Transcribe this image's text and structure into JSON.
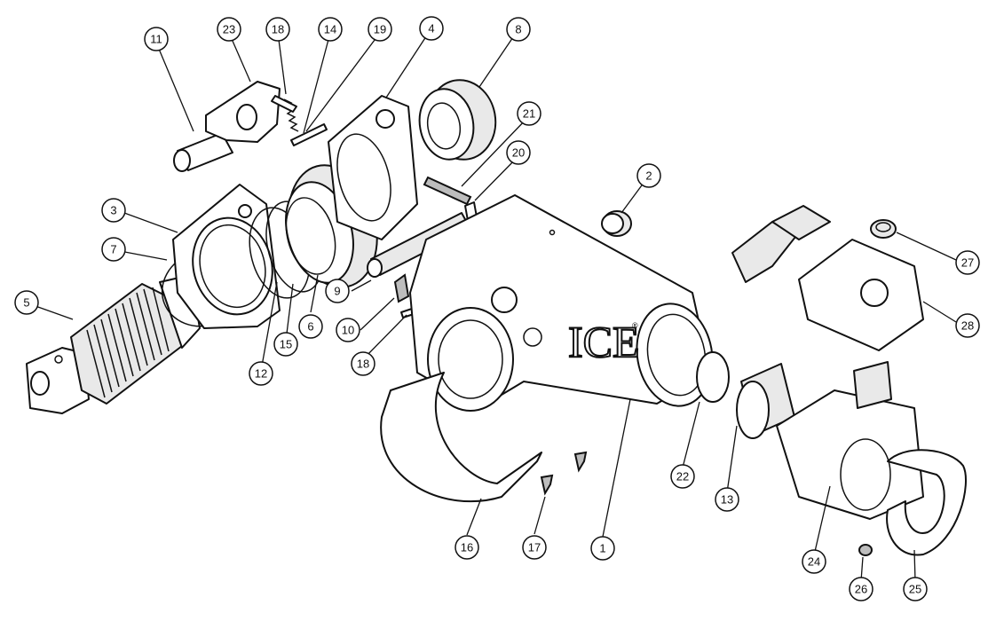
{
  "brand": {
    "logo_text": "ICE",
    "logo_mark": "®"
  },
  "callouts": [
    {
      "id": "c1",
      "label": "1"
    },
    {
      "id": "c2",
      "label": "2"
    },
    {
      "id": "c3",
      "label": "3"
    },
    {
      "id": "c4",
      "label": "4"
    },
    {
      "id": "c5",
      "label": "5"
    },
    {
      "id": "c6",
      "label": "6"
    },
    {
      "id": "c7",
      "label": "7"
    },
    {
      "id": "c8",
      "label": "8"
    },
    {
      "id": "c9",
      "label": "9"
    },
    {
      "id": "c10",
      "label": "10"
    },
    {
      "id": "c11",
      "label": "11"
    },
    {
      "id": "c12",
      "label": "12"
    },
    {
      "id": "c13",
      "label": "13"
    },
    {
      "id": "c14",
      "label": "14"
    },
    {
      "id": "c15",
      "label": "15"
    },
    {
      "id": "c16",
      "label": "16"
    },
    {
      "id": "c17",
      "label": "17"
    },
    {
      "id": "c18a",
      "label": "18"
    },
    {
      "id": "c18b",
      "label": "18"
    },
    {
      "id": "c19",
      "label": "19"
    },
    {
      "id": "c20",
      "label": "20"
    },
    {
      "id": "c21",
      "label": "21"
    },
    {
      "id": "c22",
      "label": "22"
    },
    {
      "id": "c23",
      "label": "23"
    },
    {
      "id": "c24",
      "label": "24"
    },
    {
      "id": "c25",
      "label": "25"
    },
    {
      "id": "c26",
      "label": "26"
    },
    {
      "id": "c27",
      "label": "27"
    },
    {
      "id": "c28",
      "label": "28"
    }
  ]
}
